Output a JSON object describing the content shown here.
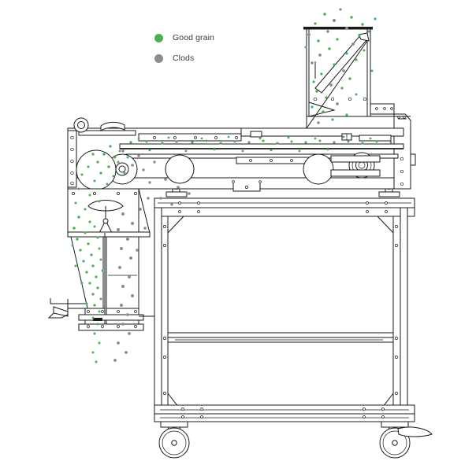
{
  "figure": {
    "kind": "technical-line-drawing",
    "subject": "grain and clod separator machine, side elevation",
    "background_color": "#ffffff",
    "line_color": "#1a1a1a"
  },
  "legend": {
    "position": "top-left",
    "items": [
      {
        "label": "Good grain",
        "color": "#4caf50",
        "marker": "filled-circle",
        "name": "good-grain"
      },
      {
        "label": "Clods",
        "color": "#8c8c8c",
        "marker": "filled-circle",
        "name": "clods"
      }
    ]
  },
  "machine": {
    "assemblies": [
      {
        "name": "inlet-hopper",
        "label": "Inlet hopper with angled baffle, top right"
      },
      {
        "name": "conveyor-belt",
        "label": "Horizontal conveyor belt deck"
      },
      {
        "name": "head-pulley",
        "label": "Head pulley, left end"
      },
      {
        "name": "drive-pulley",
        "label": "Drive pulley, right end"
      },
      {
        "name": "idler-roller",
        "label": "Idler roller, mid span"
      },
      {
        "name": "discharge-chute",
        "label": "Twin-channel discharge chute, left"
      },
      {
        "name": "good-grain-channel",
        "label": "Good grain outlet channel"
      },
      {
        "name": "clod-channel",
        "label": "Clod outlet channel"
      },
      {
        "name": "support-frame",
        "label": "Welded tubular support frame"
      },
      {
        "name": "frame-crossbar",
        "label": "Mid-height frame crossbar"
      },
      {
        "name": "caster-left",
        "label": "Swivel caster, left"
      },
      {
        "name": "caster-right",
        "label": "Swivel caster with brake lever, right"
      }
    ]
  },
  "particles": {
    "good_grain_color": "#4caf50",
    "clod_color": "#8c8c8c",
    "streams": [
      {
        "name": "hopper-infeed-spray",
        "material": "mixed"
      },
      {
        "name": "belt-carried-layer",
        "material": "mixed"
      },
      {
        "name": "good-grain-fall",
        "material": "good grain"
      },
      {
        "name": "clod-fall",
        "material": "clods"
      }
    ]
  }
}
